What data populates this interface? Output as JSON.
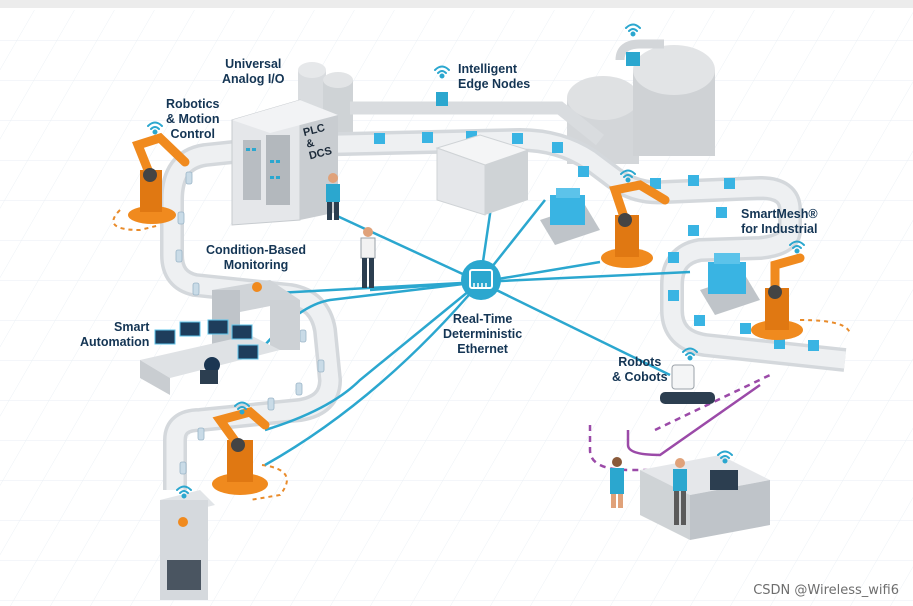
{
  "labels": {
    "universal_analog_io": [
      "Universal",
      "Analog I/O"
    ],
    "intelligent_edge_nodes": [
      "Intelligent",
      "Edge Nodes"
    ],
    "robotics_motion_control": [
      "Robotics",
      "& Motion",
      "Control"
    ],
    "plc_dcs": [
      "PLC",
      "&",
      "DCS"
    ],
    "condition_based_monitoring": [
      "Condition-Based",
      "Monitoring"
    ],
    "smartmesh_industrial": [
      "SmartMesh®",
      "for Industrial"
    ],
    "smart_automation": [
      "Smart",
      "Automation"
    ],
    "real_time_ethernet": [
      "Real-Time",
      "Deterministic",
      "Ethernet"
    ],
    "robots_cobots": [
      "Robots",
      "& Cobots"
    ]
  },
  "watermark": "CSDN @Wireless_wifi6",
  "colors": {
    "network_line": "#2ba7cf",
    "robot_orange": "#f08a1e",
    "label_text": "#143554",
    "conveyor": "#e7e9ec",
    "box_blue": "#39b4e3",
    "wireless_path": "#9b4aa8",
    "dashed_orange": "#e98b2a"
  }
}
